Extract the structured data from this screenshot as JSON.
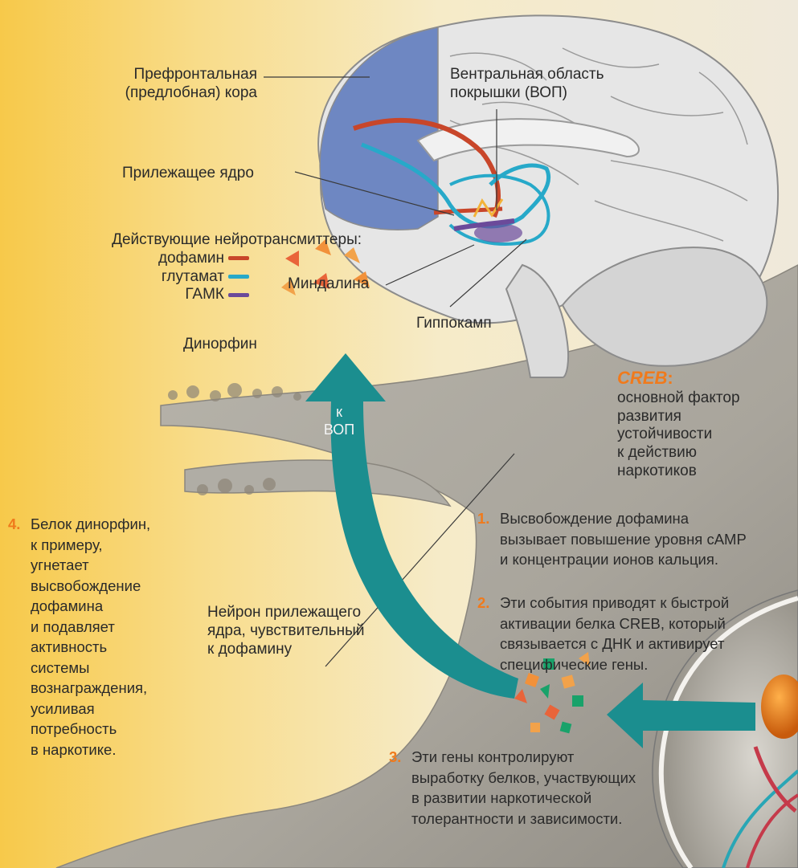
{
  "colors": {
    "dopamine": "#c8462a",
    "glutamate": "#27a9c9",
    "gaba": "#6b4a9a",
    "accent": "#f07a1c",
    "arrow": "#1b8e8f"
  },
  "brain_labels": {
    "prefrontal": [
      "Префронтальная",
      "(предлобная) кора"
    ],
    "vta": [
      "Вентральная область",
      "покрышки (ВОП)"
    ],
    "accumbens": "Прилежащее ядро",
    "amygdala": "Миндалина",
    "hippocampus": "Гиппокамп"
  },
  "legend": {
    "title": "Действующие нейротрансмиттеры:",
    "items": [
      {
        "label": "дофамин",
        "color": "#c8462a"
      },
      {
        "label": "глутамат",
        "color": "#27a9c9"
      },
      {
        "label": "ГАМК",
        "color": "#6b4a9a"
      }
    ]
  },
  "neuron_labels": {
    "dynorphin": "Динорфин",
    "to_vta": [
      "к",
      "ВОП"
    ],
    "neuron": [
      "Нейрон прилежащего",
      "ядра, чувствительный",
      "к дофамину"
    ]
  },
  "creb": {
    "title": "CREB",
    "colon": ":",
    "lines": [
      "основной фактор",
      "развития",
      "устойчивости",
      "к действию",
      "наркотиков"
    ]
  },
  "steps": [
    {
      "num": "1.",
      "lines": [
        "Высвобождение дофамина",
        "вызывает повышение уровня cAMP",
        "и концентрации ионов кальция."
      ]
    },
    {
      "num": "2.",
      "lines": [
        "Эти события приводят к быстрой",
        "активации белка CREB, который",
        "связывается с ДНК и активирует",
        "специфические гены."
      ]
    },
    {
      "num": "3.",
      "lines": [
        "Эти гены контролируют",
        "выработку белков, участвующих",
        "в развитии наркотической",
        "толерантности и зависимости."
      ]
    },
    {
      "num": "4.",
      "lines": [
        "Белок динорфин,",
        "к примеру,",
        "угнетает",
        "высвобождение",
        "дофамина",
        "и подавляет",
        "активность",
        "системы",
        "вознаграждения,",
        "усиливая",
        "потребность",
        "в наркотике."
      ]
    }
  ]
}
